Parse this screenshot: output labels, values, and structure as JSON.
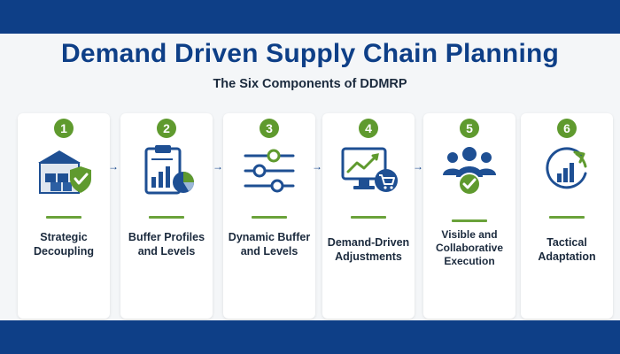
{
  "header": {
    "title": "Demand Driven Supply Chain Planning",
    "subtitle": "The Six Components of DDMRP"
  },
  "colors": {
    "brand_blue": "#0e3f87",
    "accent_green": "#5f9a2e",
    "card_bg": "#ffffff",
    "page_bg": "#f4f6f8"
  },
  "components": [
    {
      "number": "1",
      "label_line1": "Strategic",
      "label_line2": "Decoupling",
      "icon": "warehouse-shield-icon"
    },
    {
      "number": "2",
      "label_line1": "Buffer Profiles",
      "label_line2": "and Levels",
      "icon": "clipboard-chart-icon"
    },
    {
      "number": "3",
      "label_line1": "Dynamic Buffer",
      "label_line2": "and Levels",
      "icon": "slider-controls-icon"
    },
    {
      "number": "4",
      "label_line1": "Demand-Driven",
      "label_line2": "Adjustments",
      "icon": "monitor-cart-icon"
    },
    {
      "number": "5",
      "label_line1": "Visible and",
      "label_line2": "Collaborative",
      "label_line3": "Execution",
      "icon": "team-check-icon"
    },
    {
      "number": "6",
      "label_line1": "Tactical",
      "label_line2": "Adaptation",
      "icon": "growth-cycle-icon"
    }
  ],
  "connectors": {
    "arrow_glyph": "→"
  }
}
